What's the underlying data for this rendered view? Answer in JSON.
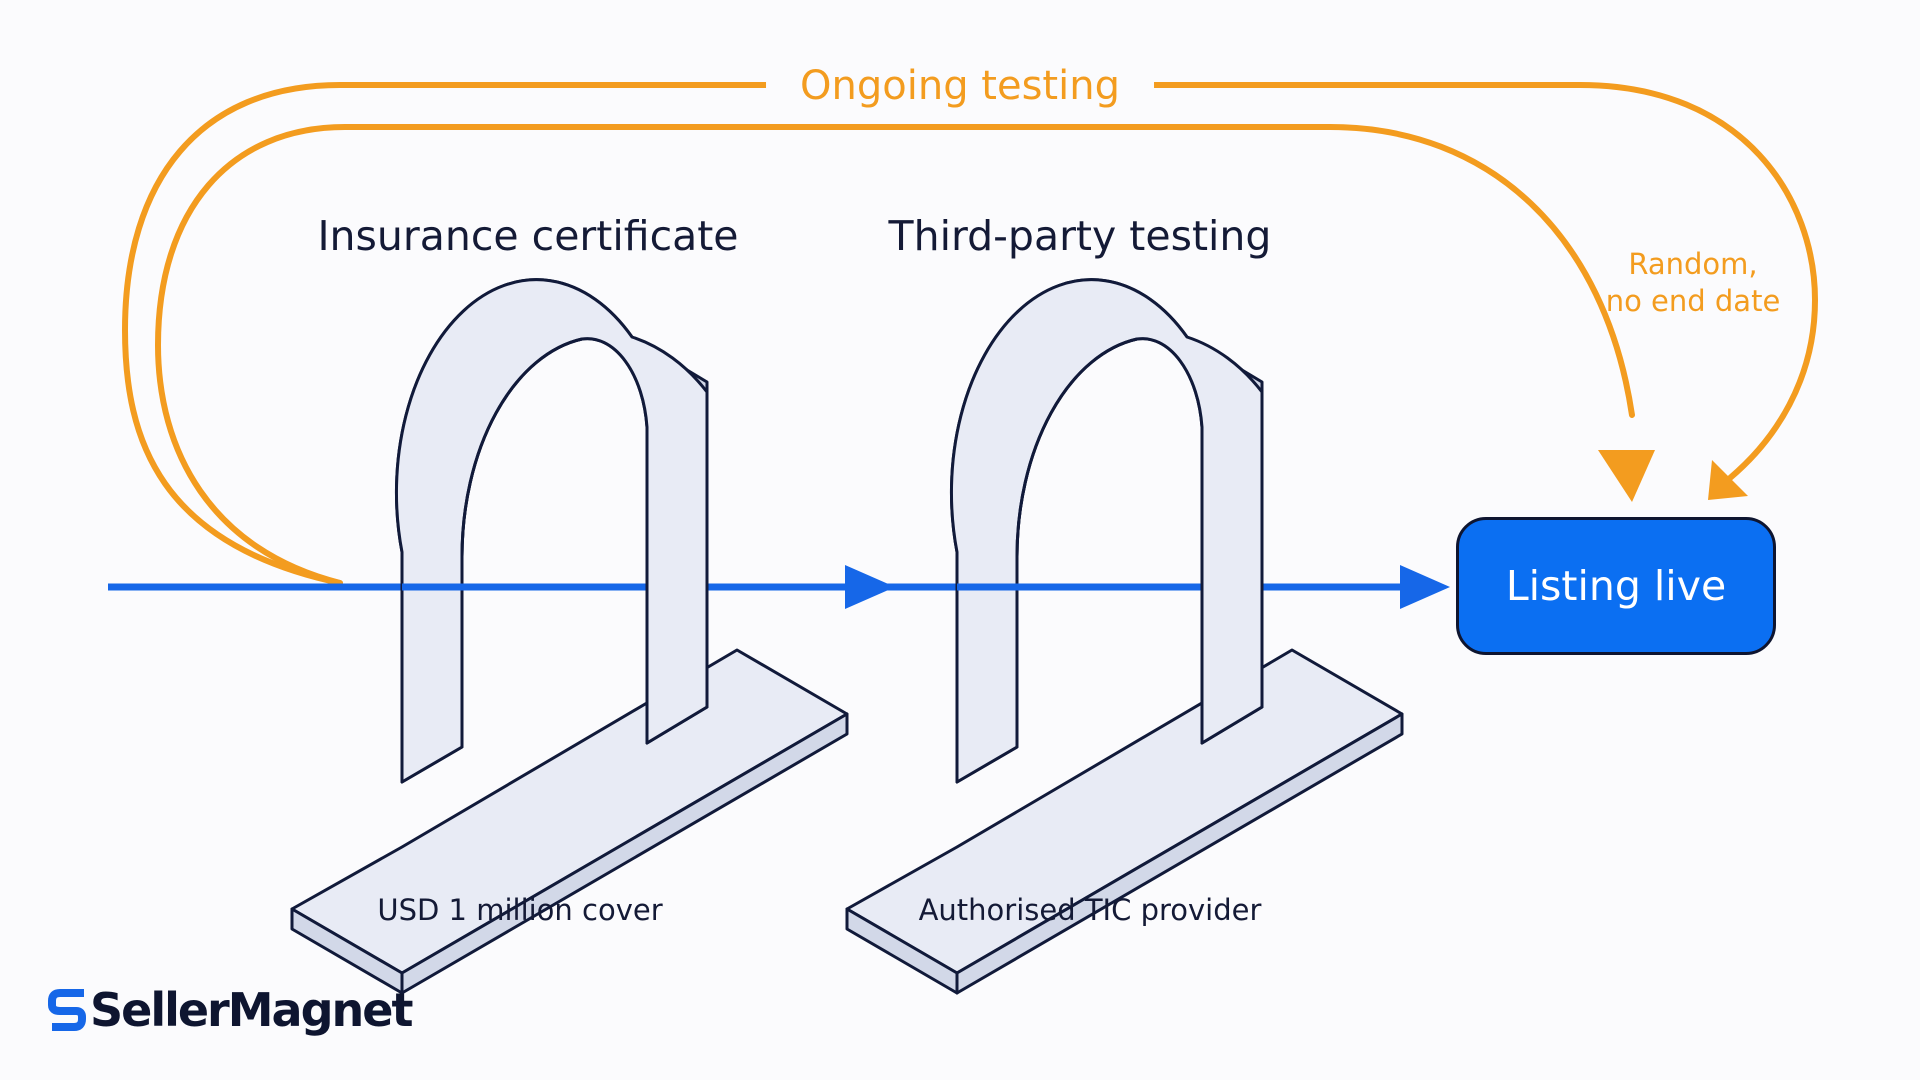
{
  "loop": {
    "label": "Ongoing testing",
    "note_line1": "Random,",
    "note_line2": "no end date",
    "color": "#f39c1f"
  },
  "gates": [
    {
      "title": "Insurance certificate",
      "caption": "USD 1 million cover"
    },
    {
      "title": "Third-party testing",
      "caption": "Authorised TIC provider"
    }
  ],
  "target": {
    "label": "Listing live",
    "color": "#0b6ff2"
  },
  "flow": {
    "color": "#1667e8"
  },
  "brand": {
    "name": "SellerMagnet",
    "icon": "s-magnet-logo-icon",
    "color": "#1667e8"
  },
  "gate_colors": {
    "front": "#e8ebf5",
    "side": "#d2d8e8",
    "outline": "#111a3a"
  }
}
